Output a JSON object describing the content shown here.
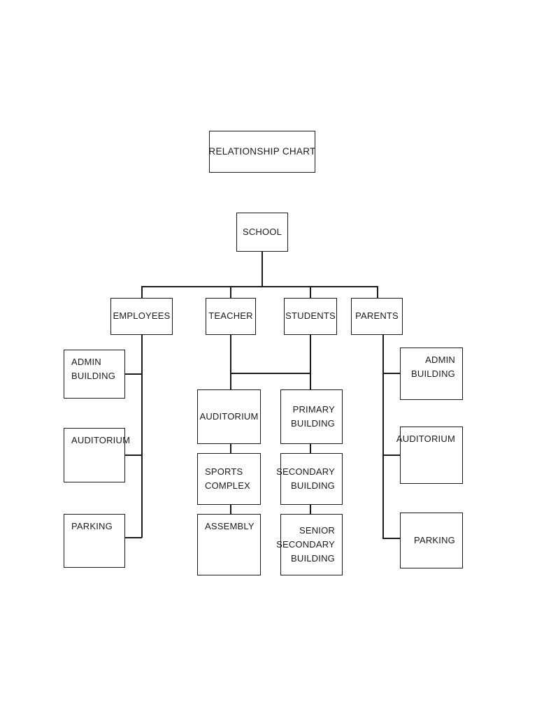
{
  "diagram": {
    "type": "organizational-tree",
    "title_box": {
      "label": "RELATIONSHIP CHART"
    },
    "root": {
      "label": "SCHOOL"
    },
    "branches": [
      {
        "id": "employees",
        "label": "EMPLOYEES",
        "children": [
          {
            "label_lines": [
              "ADMIN",
              "BUILDING"
            ]
          },
          {
            "label_lines": [
              "AUDITORIUM"
            ]
          },
          {
            "label_lines": [
              "PARKING"
            ]
          }
        ]
      },
      {
        "id": "teacher",
        "label": "TEACHER",
        "children": [
          {
            "label_lines": [
              "AUDITORIUM"
            ]
          },
          {
            "label_lines": [
              "SPORTS",
              "COMPLEX"
            ]
          },
          {
            "label_lines": [
              "ASSEMBLY"
            ]
          }
        ]
      },
      {
        "id": "students",
        "label": "STUDENTS",
        "children": [
          {
            "label_lines": [
              "PRIMARY",
              "BUILDING"
            ]
          },
          {
            "label_lines": [
              "SECONDARY",
              "BUILDING"
            ]
          },
          {
            "label_lines": [
              "SENIOR",
              "SECONDARY",
              "BUILDING"
            ]
          }
        ]
      },
      {
        "id": "parents",
        "label": "PARENTS",
        "children": [
          {
            "label_lines": [
              "ADMIN",
              "BUILDING"
            ]
          },
          {
            "label_lines": [
              "AUDITORIUM"
            ]
          },
          {
            "label_lines": [
              "PARKING"
            ]
          }
        ]
      }
    ],
    "colors": {
      "stroke": "#1a1a1a",
      "fill": "#ffffff",
      "text": "#1a1a1a"
    }
  }
}
